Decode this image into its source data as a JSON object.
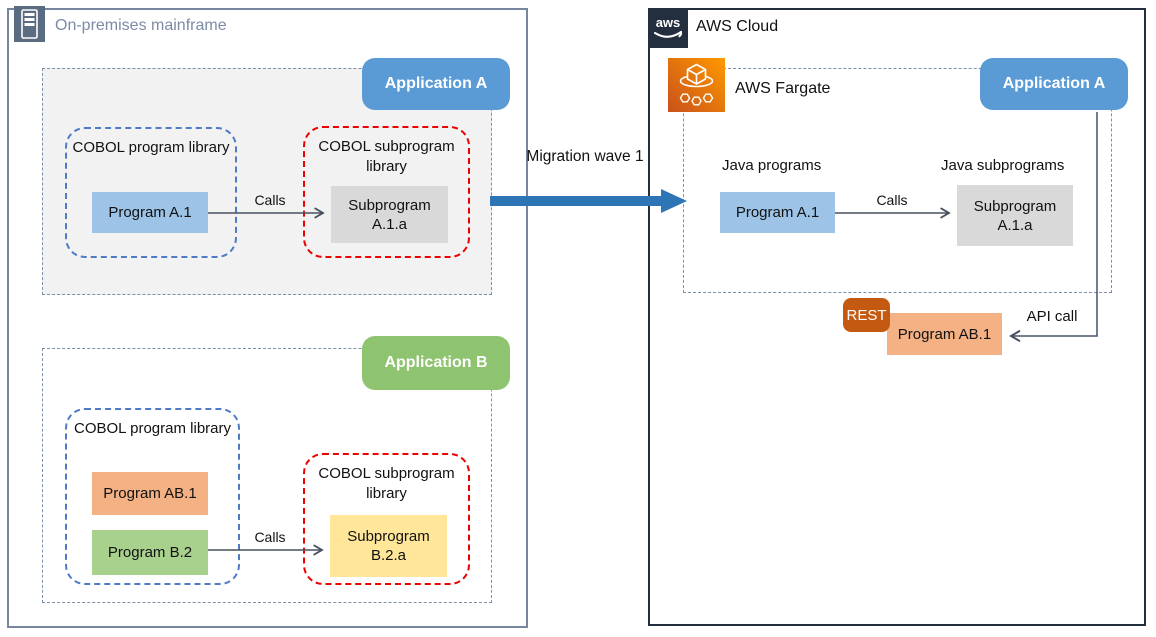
{
  "onprem": {
    "title": "On-premises mainframe",
    "app_a": {
      "badge": "Application A",
      "library_title": "COBOL program library",
      "programs": [
        "Program A.1"
      ],
      "sub_library_title": "COBOL subprogram library",
      "subprograms": [
        "Subprogram A.1.a"
      ],
      "calls_label": "Calls"
    },
    "app_b": {
      "badge": "Application B",
      "library_title": "COBOL program library",
      "programs": [
        "Program AB.1",
        "Program B.2"
      ],
      "sub_library_title": "COBOL subprogram library",
      "subprograms": [
        "Subprogram B.2.a"
      ],
      "calls_label": "Calls"
    }
  },
  "migration": {
    "label": "Migration wave 1"
  },
  "aws": {
    "logo_text": "aws",
    "title": "AWS Cloud",
    "fargate_label": "AWS Fargate",
    "app_a_badge": "Application A",
    "java_programs_label": "Java programs",
    "java_subprograms_label": "Java subprograms",
    "programs": [
      "Program A.1"
    ],
    "subprograms": [
      "Subprogram A.1.a"
    ],
    "calls_label": "Calls",
    "rest_badge": "REST",
    "program_ab1": "Program AB.1",
    "api_call_label": "API call"
  },
  "icons": {
    "mainframe": "server-rack-icon",
    "aws_logo": "aws-logo-icon",
    "fargate": "aws-fargate-icon"
  },
  "colors": {
    "app_a_badge": "#5B9BD5",
    "app_b_badge": "#8EC36F",
    "program_blue": "#9DC3E6",
    "subprogram_gray": "#D9D9D9",
    "program_orange": "#F4B183",
    "program_green": "#A9D18E",
    "subprogram_yellow": "#FFE699",
    "rest_orange": "#C45911",
    "migration_arrow": "#2E75B6",
    "library_border_blue": "#4E7AC7",
    "library_border_red": "#EC0000",
    "onprem_border": "#76869E",
    "aws_border": "#232F3E",
    "fargate_gradient_start": "#C8511B",
    "fargate_gradient_end": "#FF9900"
  }
}
